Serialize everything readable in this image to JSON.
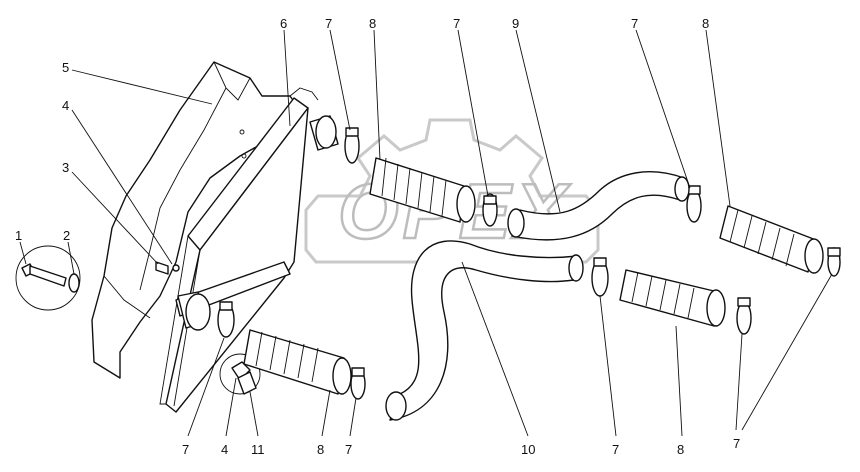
{
  "watermark": {
    "text": "OPEX"
  },
  "callouts": [
    {
      "id": "c1",
      "label": "1"
    },
    {
      "id": "c2",
      "label": "2"
    },
    {
      "id": "c3",
      "label": "3"
    },
    {
      "id": "c4a",
      "label": "4"
    },
    {
      "id": "c5",
      "label": "5"
    },
    {
      "id": "c6",
      "label": "6"
    },
    {
      "id": "c7a",
      "label": "7"
    },
    {
      "id": "c8a",
      "label": "8"
    },
    {
      "id": "c7b",
      "label": "7"
    },
    {
      "id": "c9",
      "label": "9"
    },
    {
      "id": "c7c",
      "label": "7"
    },
    {
      "id": "c8b",
      "label": "8"
    },
    {
      "id": "c7d",
      "label": "7"
    },
    {
      "id": "c4b",
      "label": "4"
    },
    {
      "id": "c11",
      "label": "11"
    },
    {
      "id": "c8c",
      "label": "8"
    },
    {
      "id": "c7e",
      "label": "7"
    },
    {
      "id": "c10",
      "label": "10"
    },
    {
      "id": "c7f",
      "label": "7"
    },
    {
      "id": "c8d",
      "label": "8"
    },
    {
      "id": "c7g",
      "label": "7"
    }
  ]
}
